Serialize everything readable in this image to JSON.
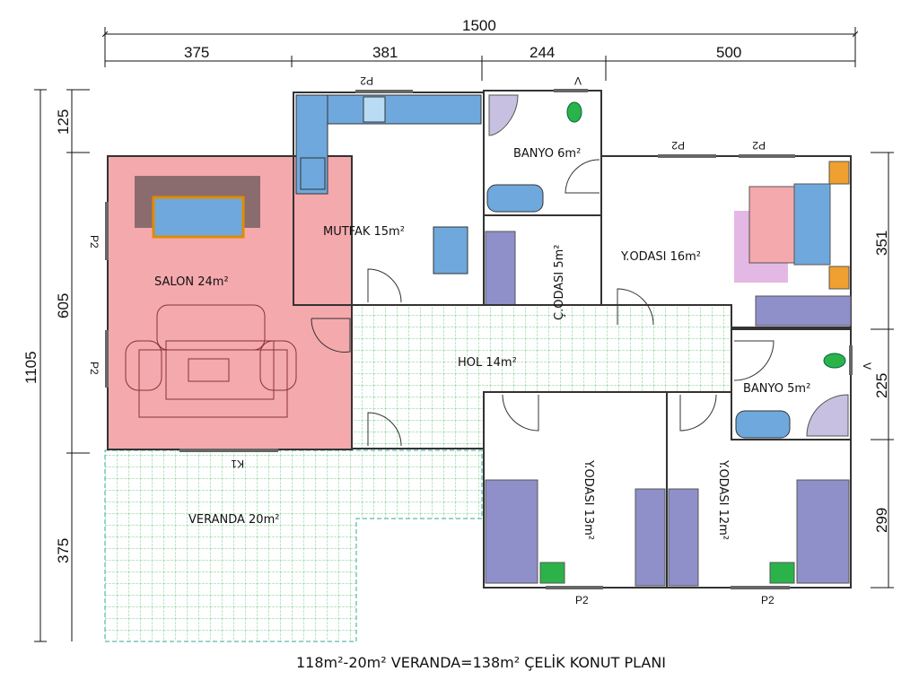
{
  "title": "118m²-20m² VERANDA=138m² ÇELİK KONUT PLANI",
  "dimensions": {
    "total_width": "1500",
    "top": [
      "375",
      "381",
      "244",
      "500"
    ],
    "total_height": "1105",
    "left": [
      "125",
      "605",
      "375"
    ],
    "right": [
      "351",
      "225",
      "299"
    ]
  },
  "rooms": {
    "salon": "SALON 24m²",
    "mutfak": "MUTFAK 15m²",
    "banyo1": "BANYO 6m²",
    "banyo2": "BANYO 5m²",
    "cocuk": "Ç.ODASI 5m²",
    "yodasi16": "Y.ODASI 16m²",
    "hol": "HOL 14m²",
    "yodasi13": "Y.ODASI 13m²",
    "yodasi12": "Y.ODASI 12m²",
    "veranda": "VERANDA 20m²"
  },
  "openings": {
    "window": "P2",
    "door": "K1",
    "vent": "V"
  },
  "colors": {
    "living": "#f4a9ad",
    "bedroom": "#fde6b4",
    "tile": "#2bb34a",
    "counter": "#6fa8dc",
    "wardrobe": "#8f8fc9"
  }
}
